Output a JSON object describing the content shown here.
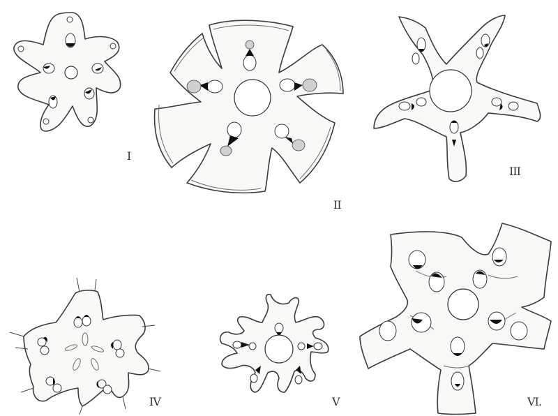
{
  "plate": {
    "figures": [
      {
        "id": "fig-1",
        "label": "I"
      },
      {
        "id": "fig-2",
        "label": "II"
      },
      {
        "id": "fig-3",
        "label": "III"
      },
      {
        "id": "fig-4",
        "label": "IV"
      },
      {
        "id": "fig-5",
        "label": "V"
      },
      {
        "id": "fig-6",
        "label": "VI."
      }
    ]
  }
}
